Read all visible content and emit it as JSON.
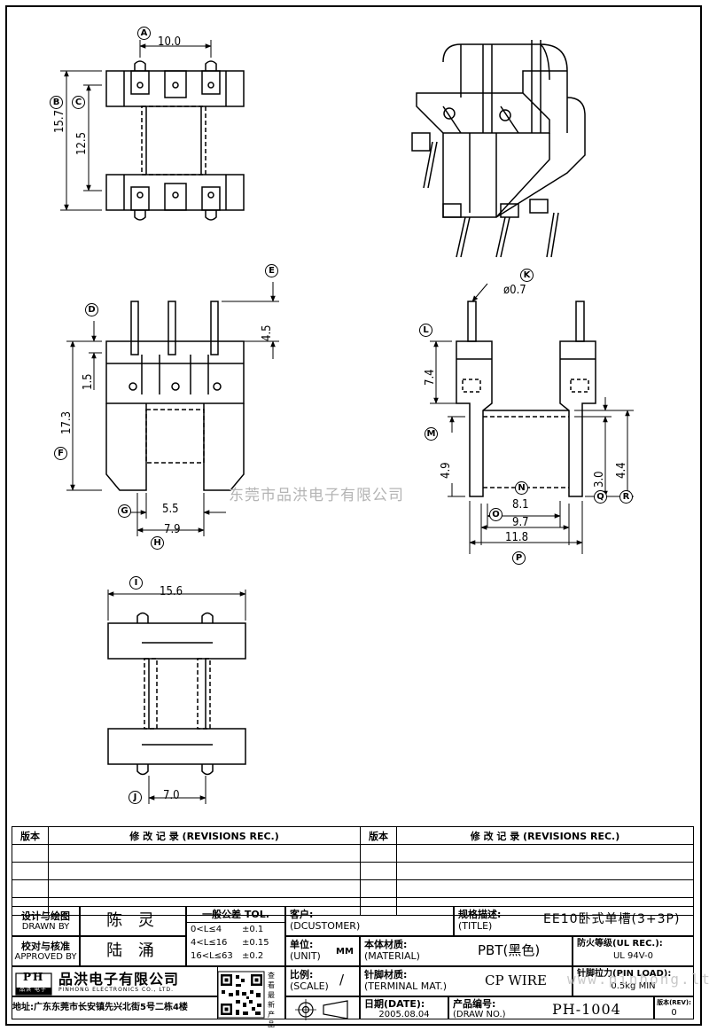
{
  "balloons": {
    "A": "A",
    "B": "B",
    "C": "C",
    "D": "D",
    "E": "E",
    "F": "F",
    "G": "G",
    "H": "H",
    "I": "I",
    "J": "J",
    "K": "K",
    "L": "L",
    "M": "M",
    "N": "N",
    "O": "O",
    "P": "P",
    "Q": "Q",
    "R": "R"
  },
  "dims": {
    "A": "10.0",
    "B": "15.7",
    "C": "12.5",
    "E": "4.5",
    "D": "1.5",
    "F": "17.3",
    "G": "5.5",
    "H": "7.9",
    "I": "15.6",
    "J": "7.0",
    "K": "ø0.7",
    "L": "7.4",
    "M": "4.9",
    "N": "8.1",
    "O": "9.7",
    "P": "11.8",
    "Q": "3.0",
    "R": "4.4"
  },
  "watermark": "东莞市品洪电子有限公司",
  "website": "www.pinhong.ltd",
  "revisions": {
    "header_left": "版本",
    "header_mid": "修 改 记 录 (REVISIONS REC.)",
    "header_right": "版本",
    "header_mid2": "修 改 记 录 (REVISIONS REC.)"
  },
  "title_block": {
    "drawn_by_label": "设计与绘图",
    "drawn_by_label_en": "DRAWN BY",
    "drawn_by": "陈 灵",
    "approved_label": "校对与核准",
    "approved_label_en": "APPROVED BY",
    "approved_by": "陆 涌",
    "tol_label": "一般公差 TOL.",
    "tol_rows": [
      [
        "0<L≤4",
        "±0.1"
      ],
      [
        "4<L≤16",
        "±0.15"
      ],
      [
        "16<L≤63",
        "±0.2"
      ]
    ],
    "customer_label": "客户:",
    "customer_label_en": "(DCUSTOMER)",
    "title_label": "规格描述:",
    "title_label_en": "(TITLE)",
    "title": "EE10卧式单槽(3+3P)",
    "unit_label": "单位:",
    "unit_label_en": "(UNIT)",
    "unit": "MM",
    "material_label": "本体材质:",
    "material_label_en": "(MATERIAL)",
    "material": "PBT(黑色)",
    "ul_label": "防火等级(UL REC.):",
    "ul": "UL 94V-0",
    "scale_label": "比例:",
    "scale_label_en": "(SCALE)",
    "scale": "/",
    "terminal_label": "针脚材质:",
    "terminal_label_en": "(TERMINAL MAT.)",
    "terminal": "CP WIRE",
    "pinload_label": "针脚拉力(PIN LOAD):",
    "pinload": "0.5kg MIN",
    "company_cn": "品洪电子有限公司",
    "company_en": "PINHONG ELECTRONICS CO., LTD.",
    "logo_text": "PH",
    "logo_sub": "品洪 电子",
    "address": "地址:广东东莞市长安镇先兴北街5号二栋4楼",
    "qr_caption": "查看最新产品",
    "date_label": "日期(DATE):",
    "date": "2005.08.04",
    "drawno_label": "产品编号:",
    "drawno_label_en": "(DRAW NO.)",
    "drawno": "PH-1004",
    "rev_label": "版本(REV):",
    "rev": "0"
  }
}
